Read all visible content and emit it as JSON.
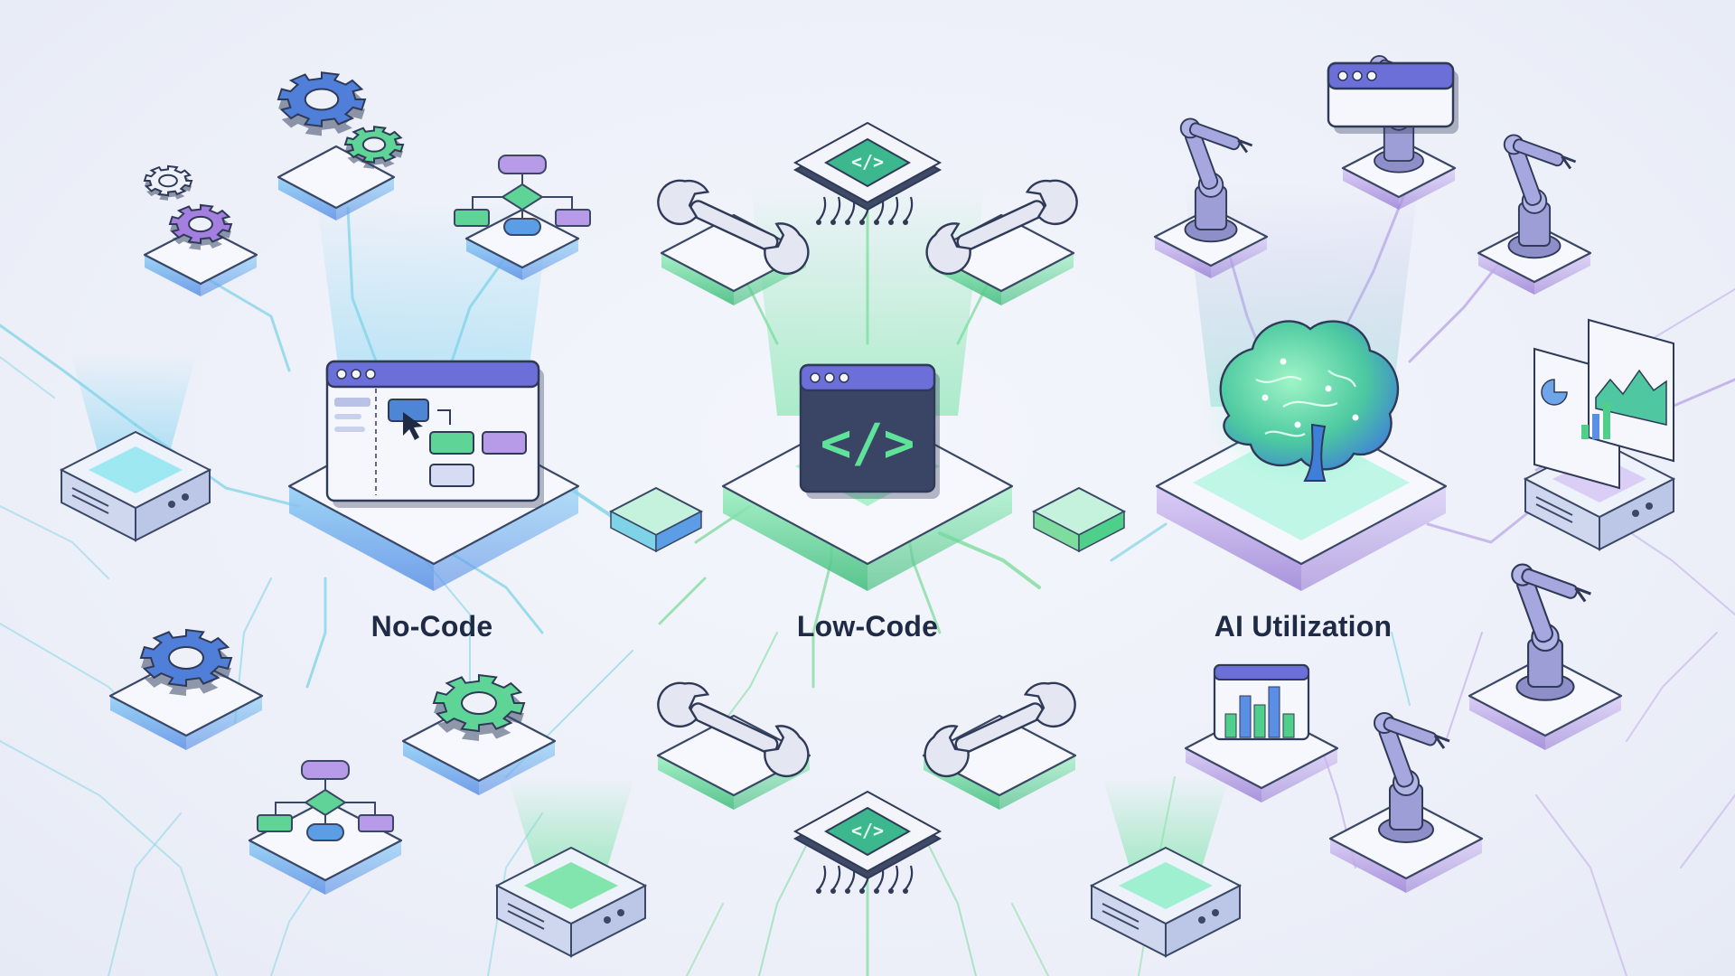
{
  "labels": {
    "nocode": "No-Code",
    "lowcode": "Low-Code",
    "ai": "AI Utilization"
  },
  "icons": [
    "gear-icon",
    "flowchart-icon",
    "wrench-icon",
    "chip-icon",
    "robot-arm-icon",
    "brain-icon",
    "code-window-icon",
    "drag-drop-window-icon",
    "dashboard-icon",
    "bar-chart-icon",
    "server-icon"
  ],
  "colors": {
    "background": "#eef1f8",
    "nocode_accent": "#5b8fe6",
    "lowcode_accent": "#4fd08a",
    "ai_accent": "#a78bdb",
    "circuit_cyan": "#7fd3e6",
    "circuit_green": "#7fdc9f",
    "circuit_purple": "#b9a3e8",
    "text": "#1f2a44"
  }
}
